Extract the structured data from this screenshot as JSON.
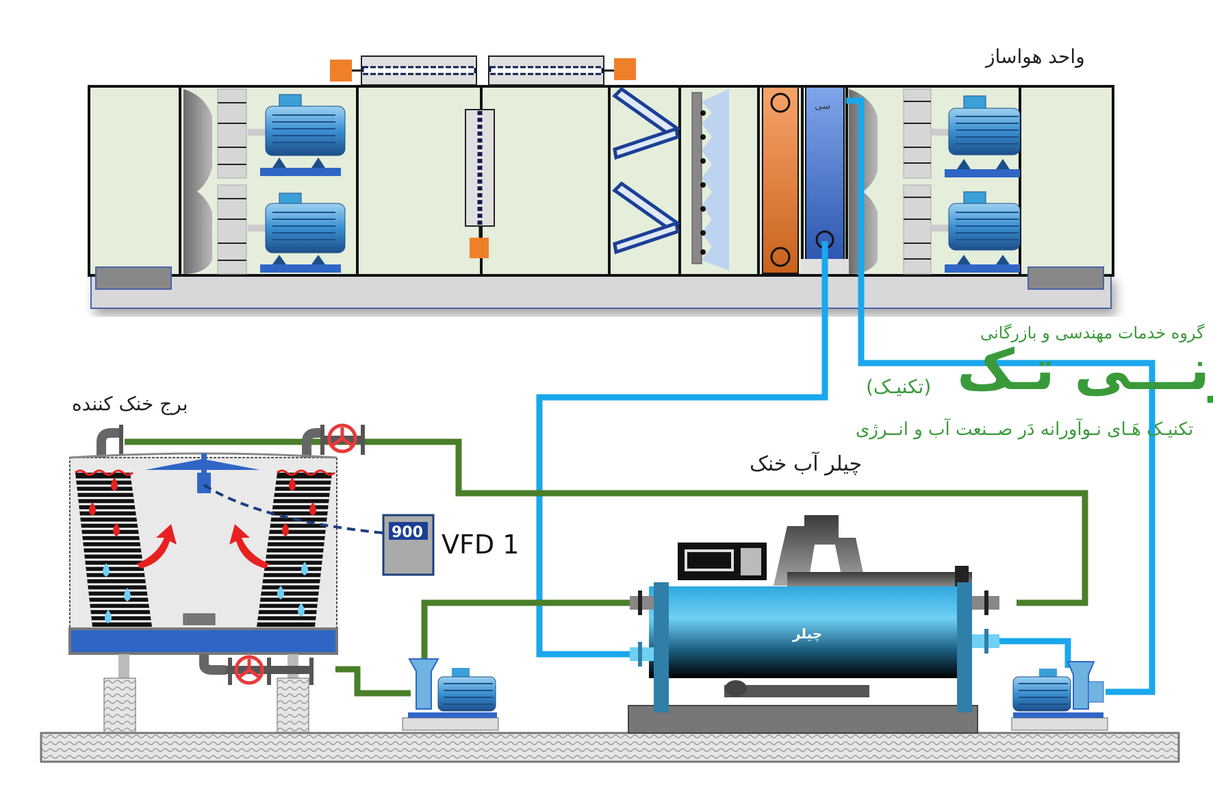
{
  "labels": {
    "ahu_title": "واحد هواساز",
    "cooling_tower_title": "برج خنک کننده",
    "chiller_title": "چیلر آب خنک",
    "chiller_body_mark": "چیلر",
    "coil_mark": "سی",
    "vfd_label": "VFD 1",
    "vfd_display_value": "900"
  },
  "branding": {
    "group_line": "گروه خدمات مهندسی و بازرگانی",
    "name": "ونـــی تـک",
    "subtitle": "(تکنیـک)",
    "tagline": "تکنیـک هَـای نـوآورانه دَر صــنعت آب و انــرژی"
  },
  "colors": {
    "chilled_water_pipe": "#1aa7ec",
    "condenser_water_pipe": "#4a7f2a",
    "ahu_panel": "#e4eedb",
    "motor_blue": "#3a8fd0",
    "damper_orange": "#f07f2a",
    "heating_coil": "#e07a30",
    "cooling_coil": "#3f6fc8",
    "valve_red": "#e83a3a",
    "brand_green": "#3a9a3a",
    "chiller_shell": "#3fb6e6"
  },
  "components": [
    {
      "id": "ahu",
      "name": "Air handling unit"
    },
    {
      "id": "cooling-tower",
      "name": "Cooling tower"
    },
    {
      "id": "chiller",
      "name": "Water-cooled chiller"
    },
    {
      "id": "condenser-pump",
      "name": "Condenser water pump"
    },
    {
      "id": "chilled-water-pump",
      "name": "Chilled water pump"
    },
    {
      "id": "vfd",
      "name": "VFD 1"
    }
  ]
}
